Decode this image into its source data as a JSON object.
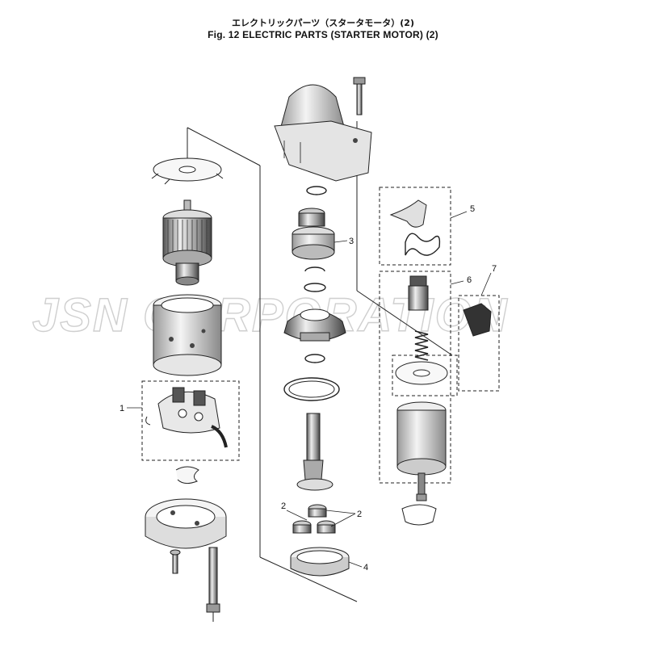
{
  "title_jp": "エレクトリックパーツ（スタータモータ）(2)",
  "title_en": "Fig. 12   ELECTRIC PARTS (STARTER MOTOR) (2)",
  "watermark": "JSN CORPORATION",
  "callouts": {
    "c1": "1",
    "c2a": "2",
    "c2b": "2",
    "c3": "3",
    "c4": "4",
    "c5": "5",
    "c6": "6",
    "c7": "7"
  }
}
